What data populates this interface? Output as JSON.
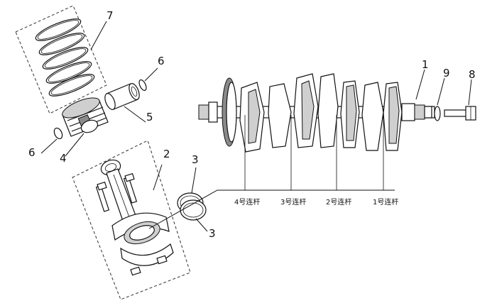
{
  "callouts": {
    "c1": "1",
    "c2": "2",
    "c3a": "3",
    "c3b": "3",
    "c4": "4",
    "c5": "5",
    "c6a": "6",
    "c6b": "6",
    "c7": "7",
    "c8": "8",
    "c9": "9"
  },
  "rod_labels": {
    "rod4": "4号连杆",
    "rod3": "3号连杆",
    "rod2": "2号连杆",
    "rod1": "1号连杆"
  }
}
